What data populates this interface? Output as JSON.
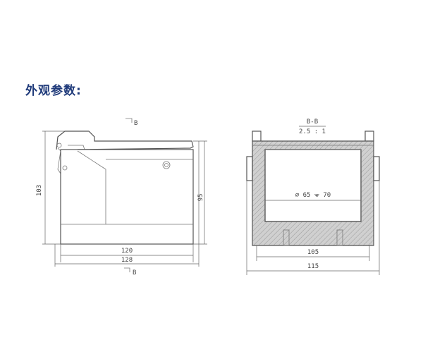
{
  "heading": "外观参数:",
  "side_view": {
    "section_mark_top": "B",
    "section_mark_bottom": "B",
    "height_label": "103",
    "inner_height_label": "95",
    "inner_width_label": "120",
    "outer_width_label": "128"
  },
  "section_view": {
    "title": "B-B",
    "scale": "2.5 : 1",
    "diameter_label": "⌀ 65 ⩖ 70",
    "inner_width_label": "105",
    "outer_width_label": "115"
  }
}
